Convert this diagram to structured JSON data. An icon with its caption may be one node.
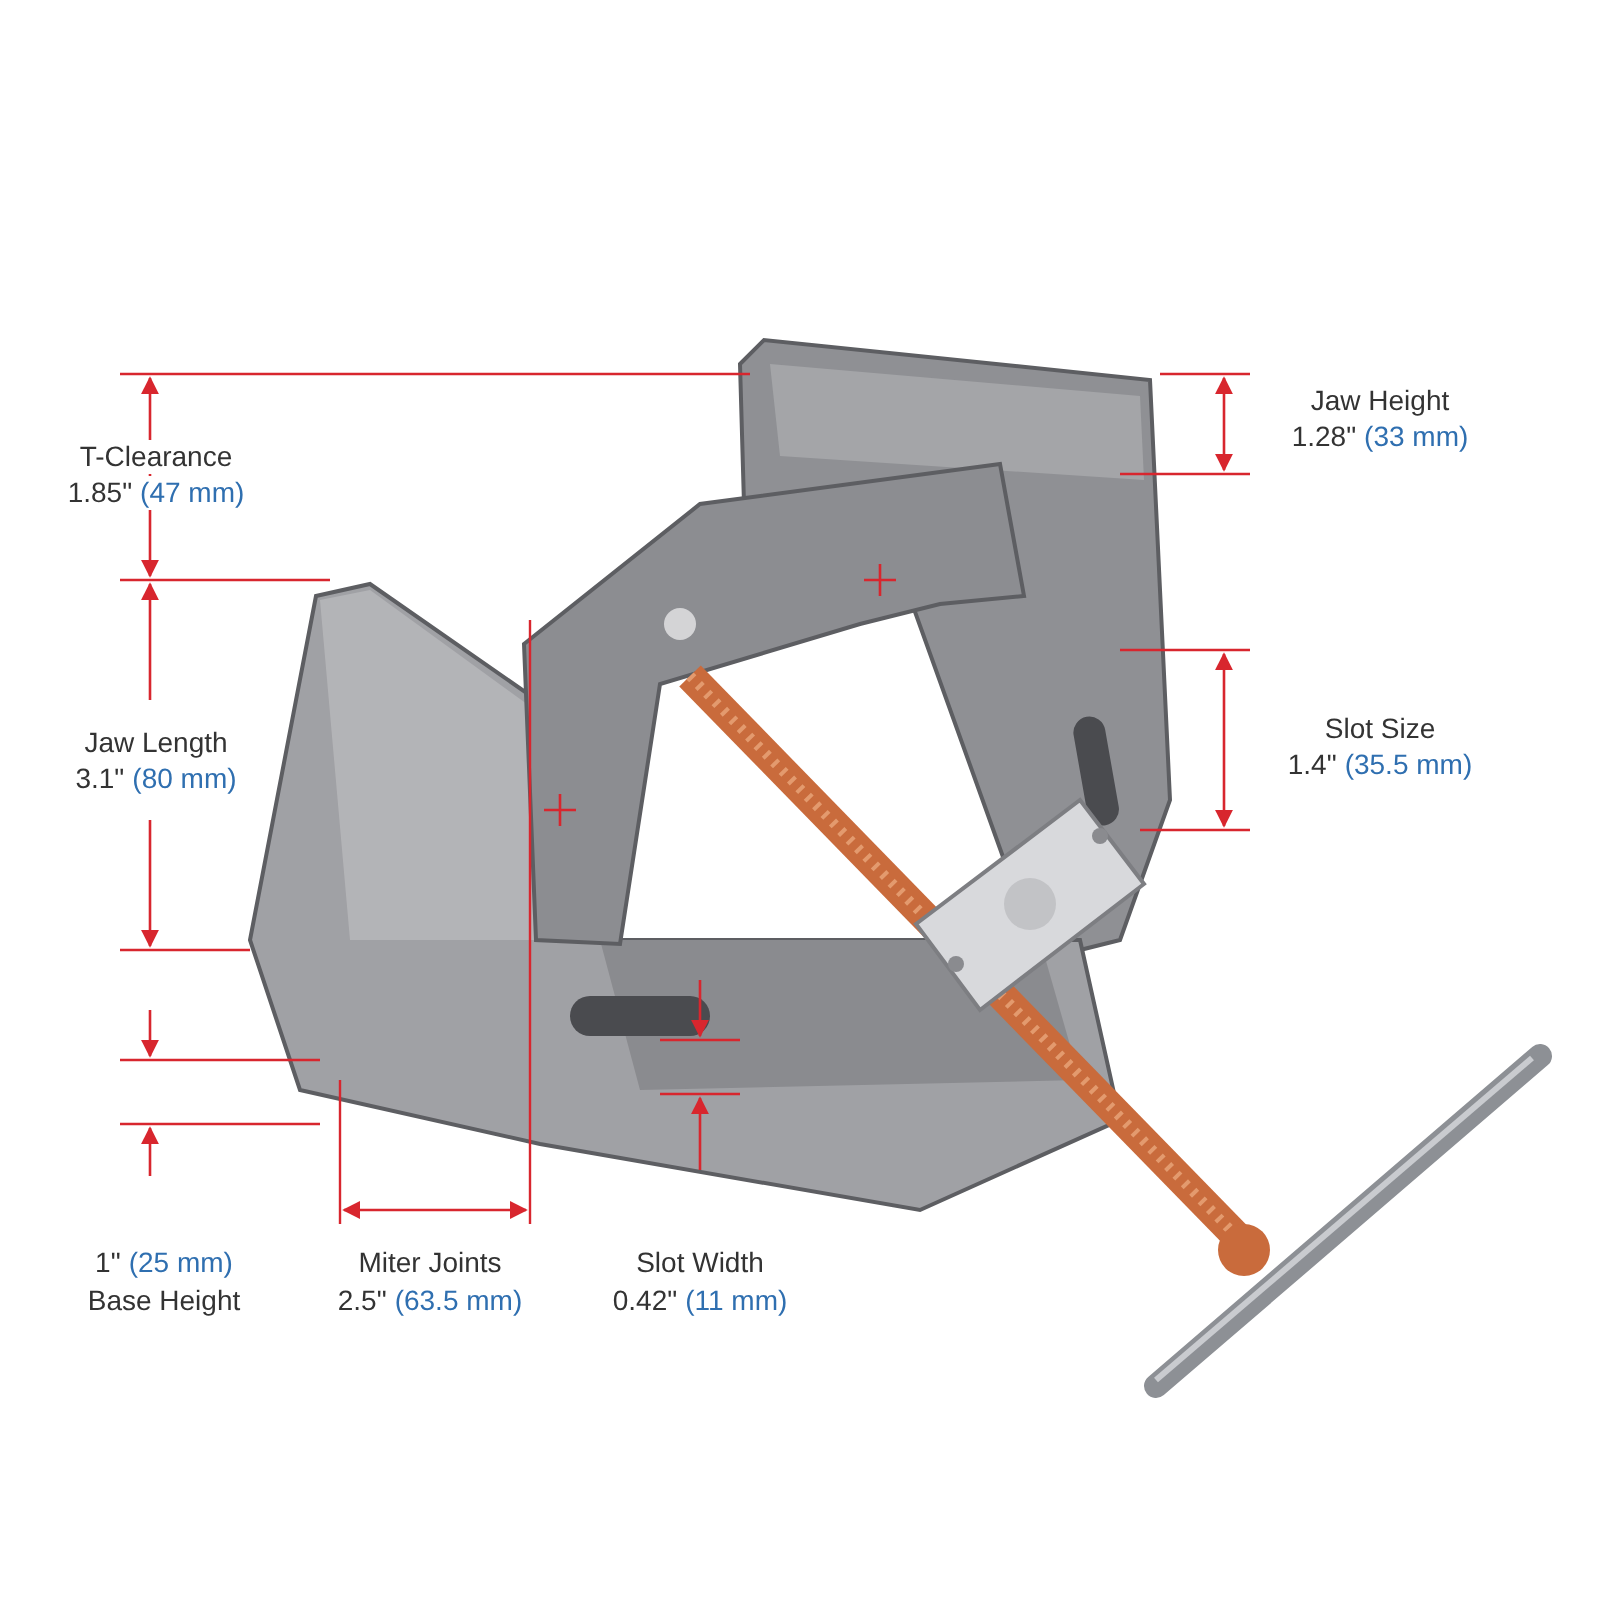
{
  "diagram": {
    "labels": [
      "T-Clearance",
      "1.85\"",
      "(47 mm)",
      "Jaw Height",
      "1.28\"",
      "(33 mm)",
      "Jaw Length",
      "3.1\"",
      "(80 mm)",
      "Slot Size",
      "1.4\"",
      "(35.5 mm)",
      "1\"",
      "(25 mm)",
      "Base Height",
      "Miter Joints",
      "2.5\"",
      "(63.5 mm)",
      "Slot Width",
      "0.42\"",
      "(11 mm)"
    ]
  }
}
